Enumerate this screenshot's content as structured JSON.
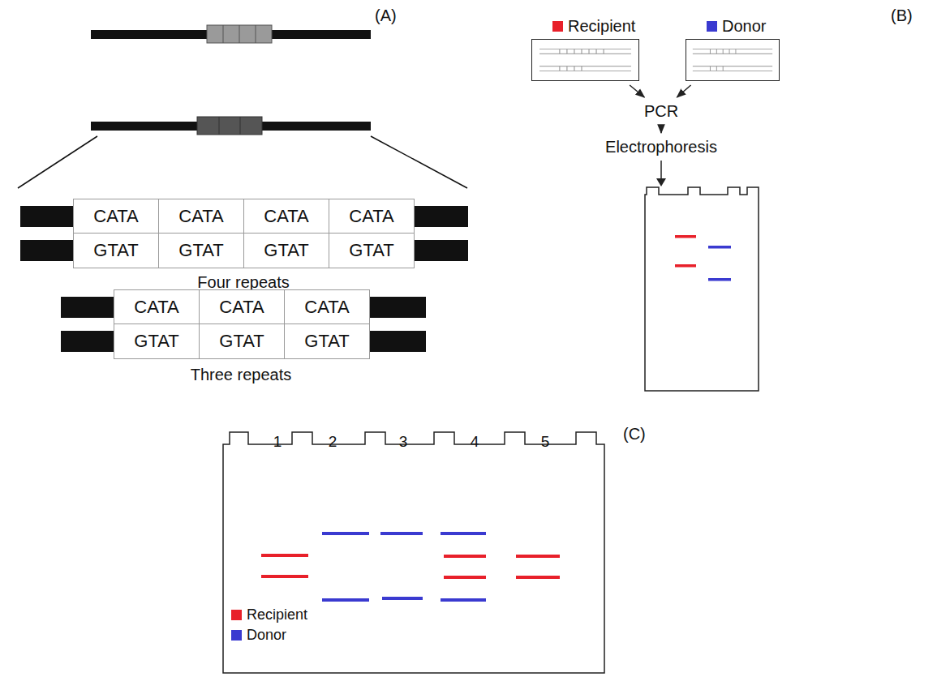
{
  "diagram": {
    "nodes": [
      {
        "text": [
          "Recipient"
        ]
      },
      {
        "text": [
          "Donor"
        ]
      },
      {
        "text": [
          "PCR"
        ]
      },
      {
        "text": [
          "Electrophoresis"
        ]
      }
    ],
    "edges": [
      {
        "from": 0,
        "to": 2,
        "arrow": "to"
      },
      {
        "from": 1,
        "to": 2,
        "arrow": "to"
      },
      {
        "from": 2,
        "to": 3,
        "arrow": "to"
      }
    ],
    "labels": [
      "(A)",
      "CATA",
      "CATA",
      "CATA",
      "CATA",
      "GTAT",
      "GTAT",
      "GTAT",
      "GTAT",
      "Four repeats",
      "CATA",
      "CATA",
      "CATA",
      "GTAT",
      "GTAT",
      "GTAT",
      "Three repeats",
      "(B)",
      "(C)",
      "1",
      "2",
      "3",
      "4",
      "5"
    ],
    "legend": [
      {
        "text": "Recipient",
        "color": "#e8202a"
      },
      {
        "text": "Donor",
        "color": "#3a3ad0"
      }
    ]
  }
}
